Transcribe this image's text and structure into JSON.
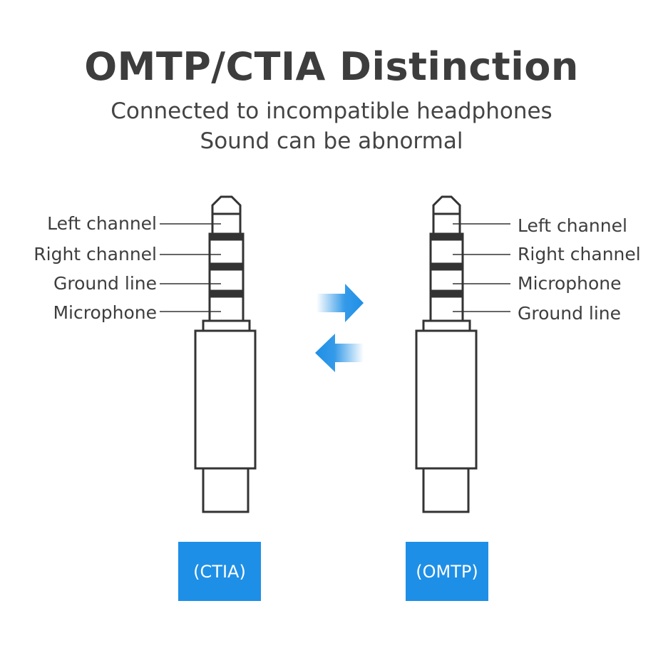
{
  "header": {
    "title": "OMTP/CTIA Distinction",
    "subtitle_line1": "Connected to incompatible headphones",
    "subtitle_line2": "Sound can be abnormal"
  },
  "left_plug": {
    "standard": "(CTIA)",
    "labels": [
      "Left channel",
      "Right channel",
      "Ground line",
      "Microphone"
    ]
  },
  "right_plug": {
    "standard": "(OMTP)",
    "labels": [
      "Left channel",
      "Right channel",
      "Microphone",
      "Ground line"
    ]
  },
  "colors": {
    "accent": "#1e8fe6",
    "outline": "#333333"
  },
  "icons": [
    "arrow-right-icon",
    "arrow-left-icon"
  ]
}
